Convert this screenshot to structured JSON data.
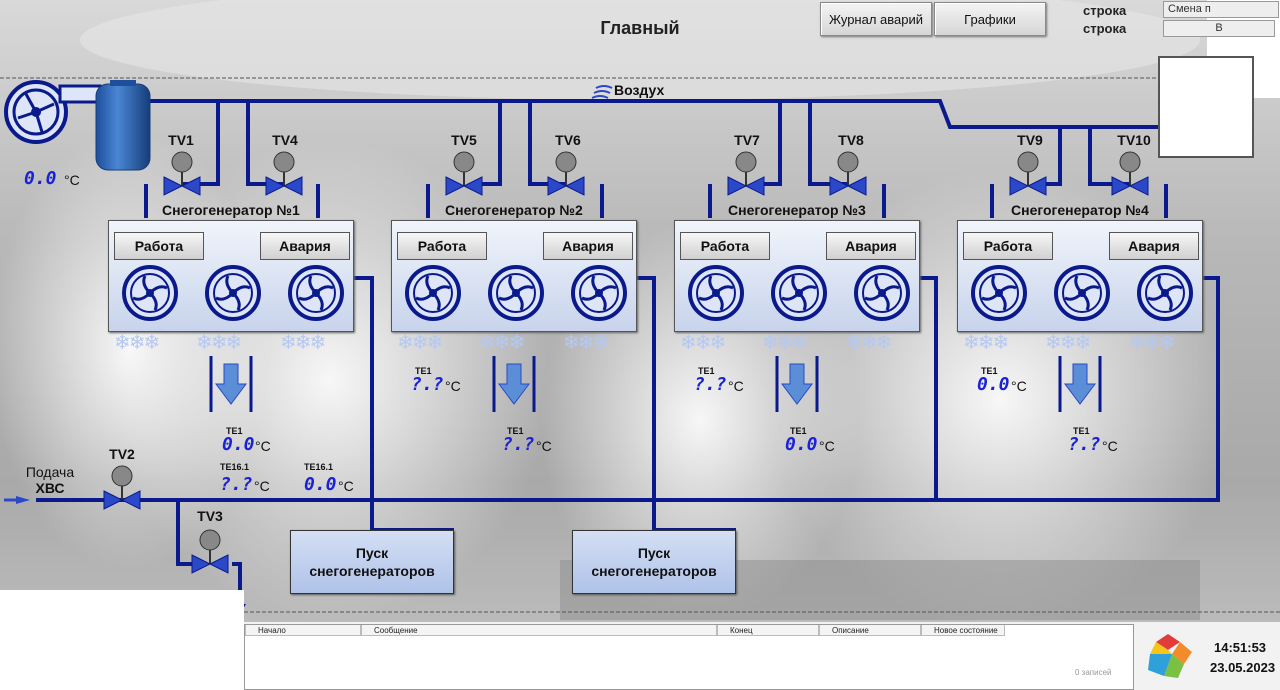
{
  "header": {
    "title": "Главный",
    "alarm_log_label": "Журнал аварий",
    "graphs_label": "Графики",
    "line1": "строка",
    "line2": "строка",
    "shift_label": "Смена п",
    "small_button_label": "В"
  },
  "air": {
    "label": "Воздух"
  },
  "tank": {
    "temp": "0.0",
    "unit": "°C"
  },
  "generators": [
    {
      "name": "Снегогенератор №1",
      "valve_left": "TV1",
      "valve_right": "TV4",
      "work_label": "Работа",
      "alarm_label": "Авария",
      "te1_label": "TE1",
      "te1_value": "0.0",
      "unit": "°C"
    },
    {
      "name": "Снегогенератор №2",
      "valve_left": "TV5",
      "valve_right": "TV6",
      "work_label": "Работа",
      "alarm_label": "Авария",
      "te1_label": "TE1",
      "te1_value": "?.?",
      "unit": "°C",
      "te1_out_label": "TE1",
      "te1_out_value": "?.?"
    },
    {
      "name": "Снегогенератор №3",
      "valve_left": "TV7",
      "valve_right": "TV8",
      "work_label": "Работа",
      "alarm_label": "Авария",
      "te1_label": "TE1",
      "te1_value": "?.?",
      "unit": "°C",
      "te1_out_label": "TE1",
      "te1_out_value": "0.0"
    },
    {
      "name": "Снегогенератор №4",
      "valve_left": "TV9",
      "valve_right": "TV10",
      "work_label": "Работа",
      "alarm_label": "Авария",
      "te1_label": "TE1",
      "te1_value": "0.0",
      "unit": "°C",
      "te1_out_label": "TE1",
      "te1_out_value": "?.?"
    }
  ],
  "sensors": {
    "te16_a_label": "TE16.1",
    "te16_a_value": "?.?",
    "te16_b_label": "TE16.1",
    "te16_b_value": "0.0",
    "unit": "°C"
  },
  "water": {
    "label_line1": "Подача",
    "label_line2": "ХВС",
    "valve_tv2": "TV2",
    "valve_tv3": "TV3"
  },
  "start_buttons": [
    {
      "line1": "Пуск",
      "line2": "снегогенераторов"
    },
    {
      "line1": "Пуск",
      "line2": "снегогенераторов"
    }
  ],
  "alarm_table": {
    "columns": [
      "Начало",
      "Сообщение",
      "Конец",
      "Описание",
      "Новое состояние"
    ],
    "records_text": "0  записей"
  },
  "status": {
    "time": "14:51:53",
    "date": "23.05.2023"
  },
  "colors": {
    "pipe": "#0a1a8c",
    "value": "#1a22d8",
    "panel": "#c8d4ec",
    "valve": "#2a48c8"
  }
}
